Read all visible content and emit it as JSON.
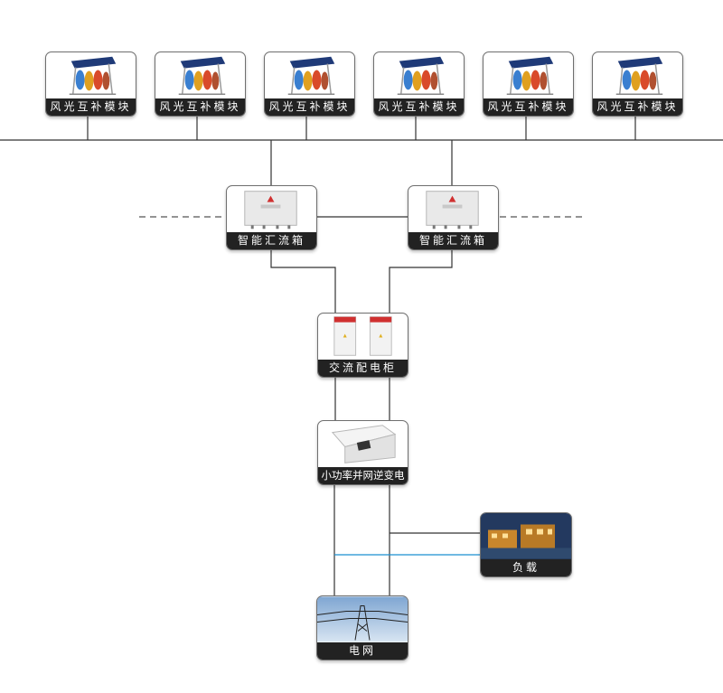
{
  "nodes": {
    "wind_solar_label": "风光互补模块",
    "combiner_label": "智能汇流箱",
    "ac_cabinet_label": "交流配电柜",
    "inverter_label": "小功率并网逆变电源",
    "load_label": "负载",
    "grid_label": "电网"
  },
  "colors": {
    "label_bg": "#222222",
    "wire": "#333333",
    "blue_wire": "#1a8fd1",
    "border": "#6f6f6f"
  },
  "icons": {
    "wind_solar": "wind-solar-module-icon",
    "combiner": "combiner-box-icon",
    "cabinet": "distribution-cabinet-icon",
    "inverter": "inverter-icon",
    "load": "building-icon",
    "grid": "power-tower-icon"
  }
}
